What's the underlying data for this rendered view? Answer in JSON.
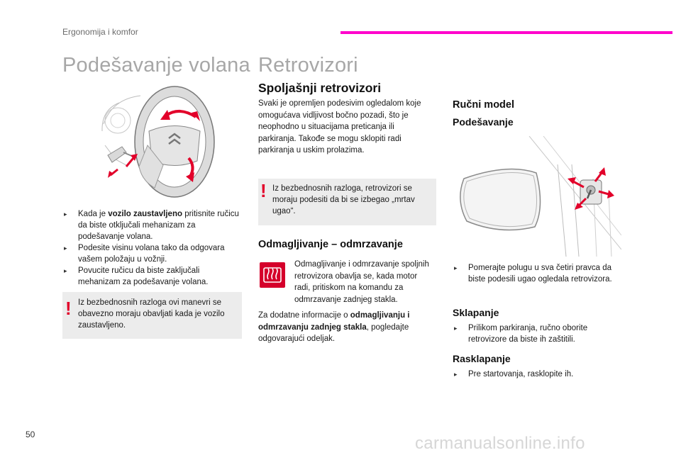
{
  "header": {
    "section": "Ergonomija i komfor",
    "accent_color": "#ff00cc"
  },
  "left": {
    "title": "Podešavanje volana",
    "bullets": [
      {
        "pre": "Kada je ",
        "bold": "vozilo zaustavljeno",
        "post": " pritisnite ručicu da biste otključali mehanizam za podešavanje volana."
      },
      {
        "pre": "Podesite visinu volana tako da odgovara vašem položaju u vožnji.",
        "bold": "",
        "post": ""
      },
      {
        "pre": "Povucite ručicu da biste zaključali mehanizam za podešavanje volana.",
        "bold": "",
        "post": ""
      }
    ],
    "warning": "Iz bezbednosnih razloga ovi manevri se obavezno moraju obavljati kada je vozilo zaustavljeno."
  },
  "middle": {
    "title": "Retrovizori",
    "h2_exterior": "Spoljašnji retrovizori",
    "intro": "Svaki je opremljen podesivim ogledalom koje omogućava vidljivost bočno pozadi, što je neophodno u situacijama preticanja ili parkiranja. Takođe se mogu sklopiti radi parkiranja u uskim prolazima.",
    "warning": "Iz bezbednosnih razloga, retrovizori se moraju podesiti da bi se izbegao „mrtav ugao“.",
    "h2_defrost": "Odmagljivanje – odmrzavanje",
    "defrost_text": "Odmagljivanje i odmrzavanje spoljnih retrovizora obavlja se, kada motor radi, pritiskom na komandu za odmrzavanje zadnjeg stakla.",
    "more_pre": "Za dodatne informacije o ",
    "more_bold": "odmagljivanju i odmrzavanju zadnjeg stakla",
    "more_post": ", pogledajte odgovarajući odeljak."
  },
  "right": {
    "h2_manual": "Ručni model",
    "h3_adjust": "Podešavanje",
    "adjust_bullet": "Pomerajte polugu u sva četiri pravca da biste podesili ugao ogledala retrovizora.",
    "h3_fold": "Sklapanje",
    "fold_bullet": "Prilikom parkiranja, ručno oborite retrovizore da biste ih zaštitili.",
    "h3_unfold": "Rasklapanje",
    "unfold_bullet": "Pre startovanja, rasklopite ih."
  },
  "footer": {
    "page": "50",
    "watermark": "carmanualsonline.info"
  },
  "colors": {
    "warning_red": "#e2002a",
    "arrow_red": "#e2002a",
    "panel_gray": "#ececec"
  }
}
